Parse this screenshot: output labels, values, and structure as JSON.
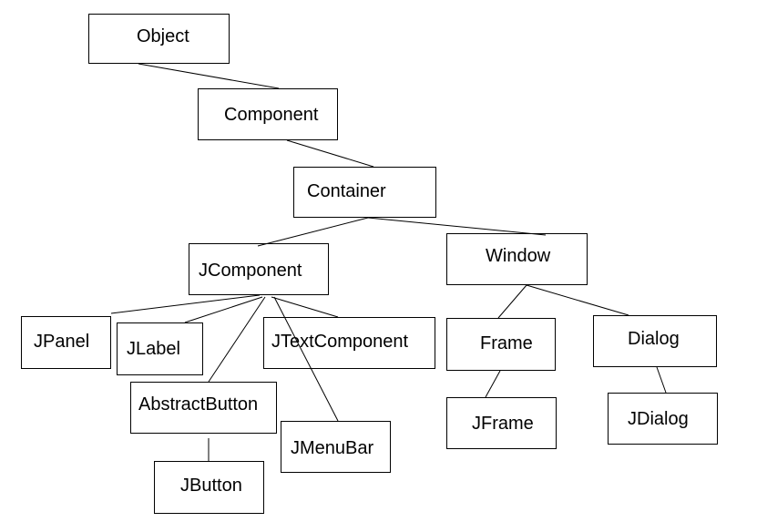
{
  "diagram": {
    "nodes": {
      "object": "Object",
      "component": "Component",
      "container": "Container",
      "jcomponent": "JComponent",
      "window": "Window",
      "jpanel": "JPanel",
      "jlabel": "JLabel",
      "jtextcomponent": "JTextComponent",
      "abstractbutton": "AbstractButton",
      "jmenubar": "JMenuBar",
      "jbutton": "JButton",
      "frame": "Frame",
      "dialog": "Dialog",
      "jframe": "JFrame",
      "jdialog": "JDialog"
    },
    "edges": [
      [
        "object",
        "component"
      ],
      [
        "component",
        "container"
      ],
      [
        "container",
        "jcomponent"
      ],
      [
        "container",
        "window"
      ],
      [
        "jcomponent",
        "jpanel"
      ],
      [
        "jcomponent",
        "jlabel"
      ],
      [
        "jcomponent",
        "jtextcomponent"
      ],
      [
        "jcomponent",
        "abstractbutton"
      ],
      [
        "jcomponent",
        "jmenubar"
      ],
      [
        "abstractbutton",
        "jbutton"
      ],
      [
        "window",
        "frame"
      ],
      [
        "window",
        "dialog"
      ],
      [
        "frame",
        "jframe"
      ],
      [
        "dialog",
        "jdialog"
      ]
    ]
  }
}
